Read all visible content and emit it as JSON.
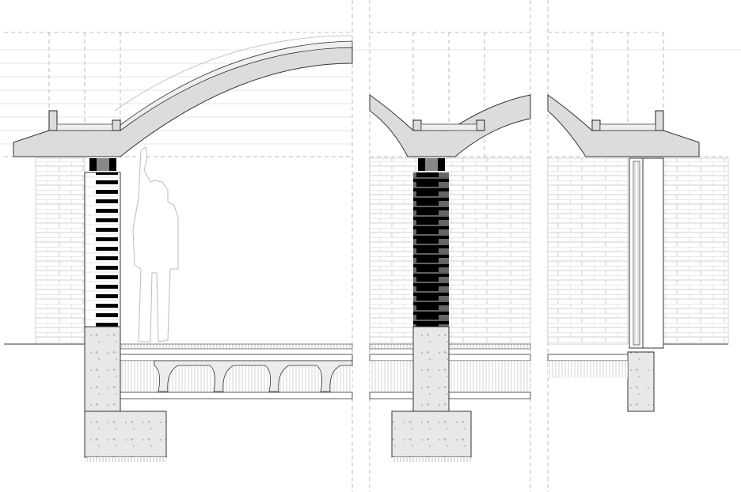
{
  "drawing": {
    "type": "architectural-section",
    "panels": [
      "section-vault-edge",
      "section-vault-intermediate",
      "section-vault-end-window"
    ],
    "colors": {
      "line": "#333333",
      "hatch_fill": "#dcdcdc",
      "concrete_fill": "#e6e6e6",
      "brick_line": "#bbbbbb",
      "grid_line": "#e4e4e4",
      "dashed_line": "#999999",
      "solid_black": "#000000",
      "figure_line": "#bbbbbb"
    }
  }
}
